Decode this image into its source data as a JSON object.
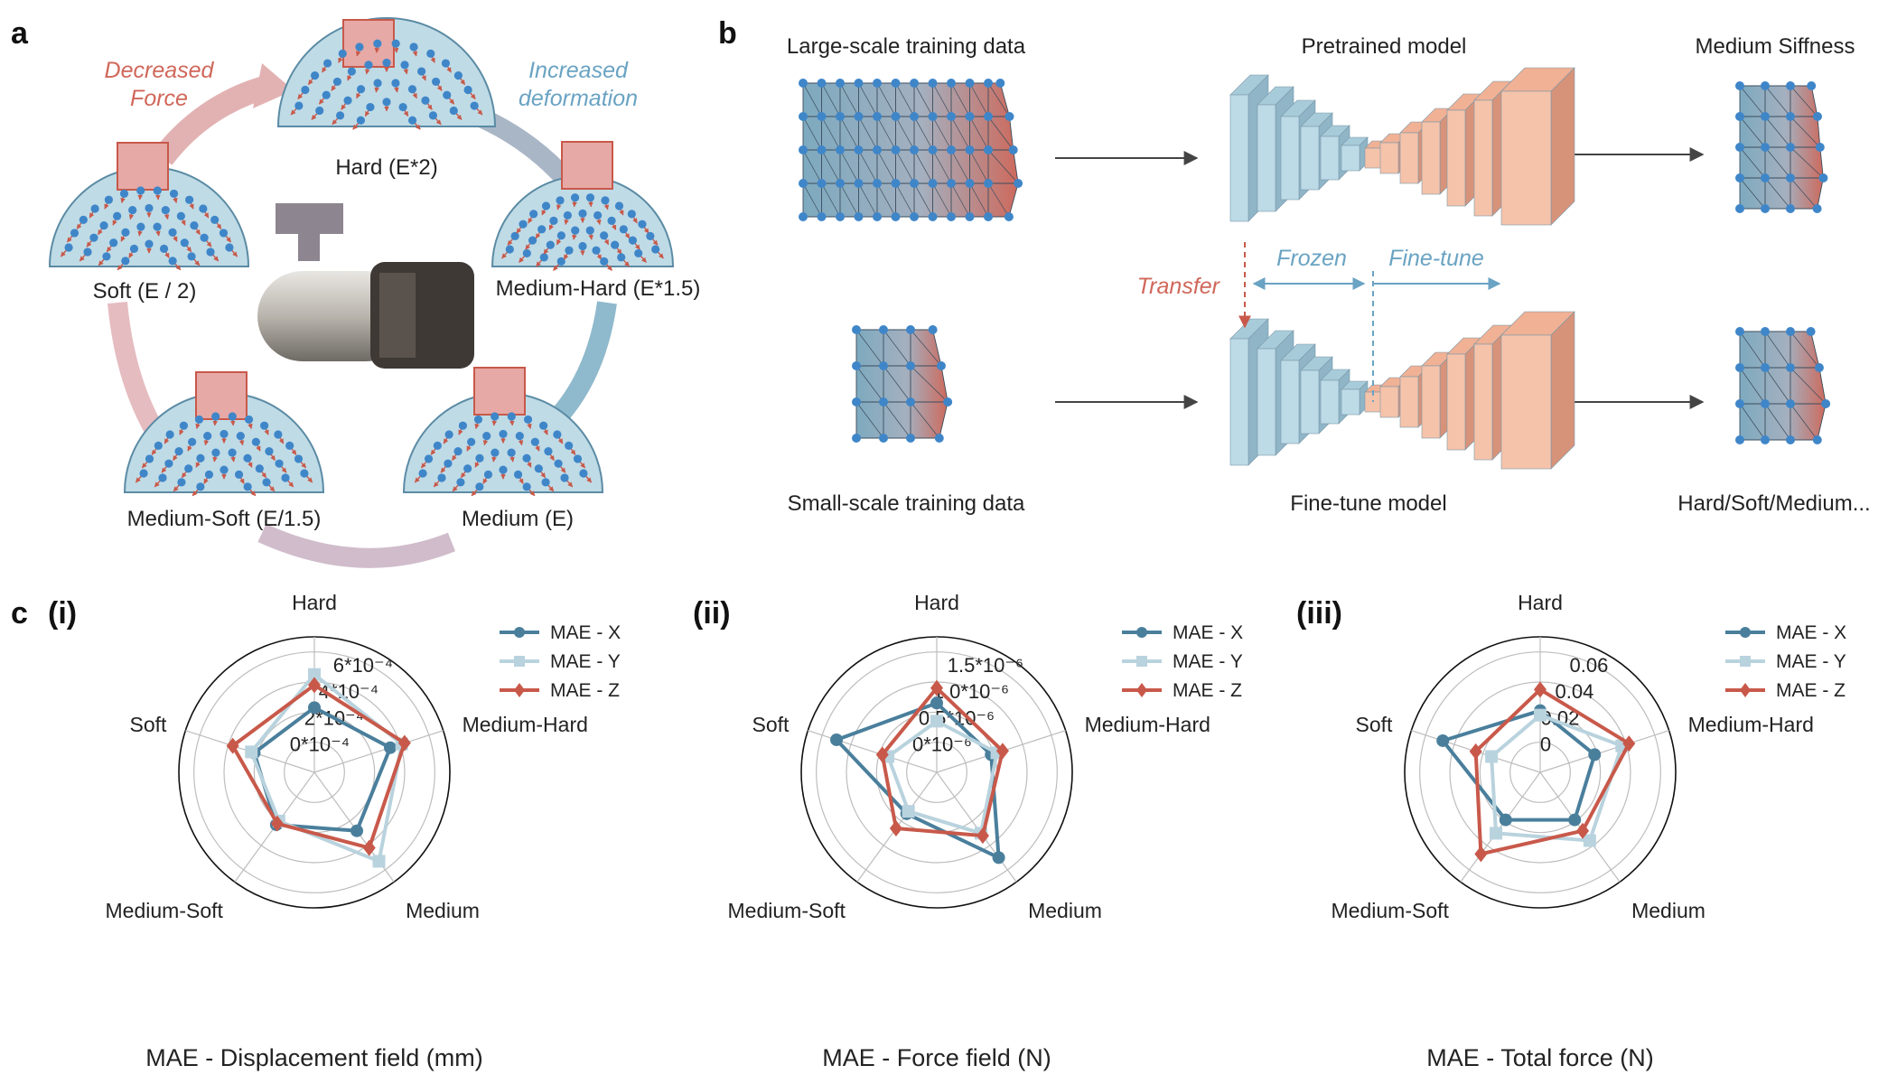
{
  "panel_a": {
    "letter": "a",
    "decreased": [
      "Decreased",
      "Force"
    ],
    "increased": [
      "Increased",
      "deformation"
    ],
    "blocks": [
      {
        "key": "hard",
        "label": "Hard (E*2)"
      },
      {
        "key": "medium_hard",
        "label": "Medium-Hard (E*1.5)"
      },
      {
        "key": "medium",
        "label": "Medium (E)"
      },
      {
        "key": "medium_soft",
        "label": "Medium-Soft (E/1.5)"
      },
      {
        "key": "soft",
        "label": "Soft (E / 2)"
      }
    ]
  },
  "panel_b": {
    "letter": "b",
    "large_title": "Large-scale training data",
    "pretrained_title": "Pretrained model",
    "medium_title": "Medium Siffness",
    "small_title": "Small-scale training data",
    "finetune_title": "Fine-tune model",
    "hard_title": "Hard/Soft/Medium...",
    "frozen": "Frozen",
    "finetune": "Fine-tune",
    "transfer": "Transfer"
  },
  "panel_c": {
    "letter": "c",
    "legend": [
      "MAE - X",
      "MAE - Y",
      "MAE - Z"
    ],
    "axes": [
      "Hard",
      "Medium-Hard",
      "Medium",
      "Medium-Soft",
      "Soft"
    ]
  },
  "chart_data": [
    {
      "type": "radar",
      "sublabel": "(i)",
      "xlabel": "MAE - Displacement field (mm)",
      "categories": [
        "Hard",
        "Medium-Hard",
        "Medium",
        "Medium-Soft",
        "Soft"
      ],
      "rlim": [
        -0.0002,
        0.0007
      ],
      "rticks": [
        0,
        0.0002,
        0.0004,
        0.0006
      ],
      "rtick_labels": [
        "0*10⁻⁴",
        "2*10⁻⁴",
        "4*10⁻⁴",
        "6*10⁻⁴"
      ],
      "series": [
        {
          "name": "MAE - X",
          "color": "#4a7f9c",
          "marker": "circle",
          "values": [
            0.00023,
            0.00033,
            0.00028,
            0.00023,
            0.00022
          ]
        },
        {
          "name": "MAE - Y",
          "color": "#b9d3de",
          "marker": "square",
          "values": [
            0.00045,
            0.00041,
            0.00053,
            0.0002,
            0.00024
          ]
        },
        {
          "name": "MAE - Z",
          "color": "#c8594a",
          "marker": "diamond",
          "values": [
            0.00038,
            0.00043,
            0.00042,
            0.00022,
            0.00037
          ]
        }
      ]
    },
    {
      "type": "radar",
      "sublabel": "(ii)",
      "xlabel": "MAE - Force field (N)",
      "categories": [
        "Hard",
        "Medium-Hard",
        "Medium",
        "Medium-Soft",
        "Soft"
      ],
      "rlim": [
        -5e-07,
        1.75e-06
      ],
      "rticks": [
        0,
        5e-07,
        1e-06,
        1.5e-06
      ],
      "rtick_labels": [
        "0*10⁻⁶",
        "0.5*10⁻⁶",
        "1.0*10⁻⁶",
        "1.5*10⁻⁶"
      ],
      "series": [
        {
          "name": "MAE - X",
          "color": "#4a7f9c",
          "marker": "circle",
          "values": [
            6.5e-07,
            4.5e-07,
            1.25e-06,
            3.5e-07,
            1.25e-06
          ]
        },
        {
          "name": "MAE - Y",
          "color": "#b9d3de",
          "marker": "square",
          "values": [
            3.5e-07,
            5.5e-07,
            7.5e-07,
            3e-07,
            3.5e-07
          ]
        },
        {
          "name": "MAE - Z",
          "color": "#c8594a",
          "marker": "diamond",
          "values": [
            9e-07,
            6.5e-07,
            8e-07,
            6.5e-07,
            4.5e-07
          ]
        }
      ]
    },
    {
      "type": "radar",
      "sublabel": "(iii)",
      "xlabel": "MAE - Total force (N)",
      "categories": [
        "Hard",
        "Medium-Hard",
        "Medium",
        "Medium-Soft",
        "Soft"
      ],
      "rlim": [
        -0.02,
        0.07
      ],
      "rticks": [
        0,
        0.02,
        0.04,
        0.06
      ],
      "rtick_labels": [
        "0",
        "0.02",
        "0.04",
        "0.06"
      ],
      "series": [
        {
          "name": "MAE - X",
          "color": "#4a7f9c",
          "marker": "circle",
          "values": [
            0.021,
            0.018,
            0.019,
            0.019,
            0.048
          ]
        },
        {
          "name": "MAE - Y",
          "color": "#b9d3de",
          "marker": "square",
          "values": [
            0.018,
            0.037,
            0.036,
            0.03,
            0.014
          ]
        },
        {
          "name": "MAE - Z",
          "color": "#c8594a",
          "marker": "diamond",
          "values": [
            0.035,
            0.042,
            0.028,
            0.047,
            0.025
          ]
        }
      ]
    }
  ]
}
